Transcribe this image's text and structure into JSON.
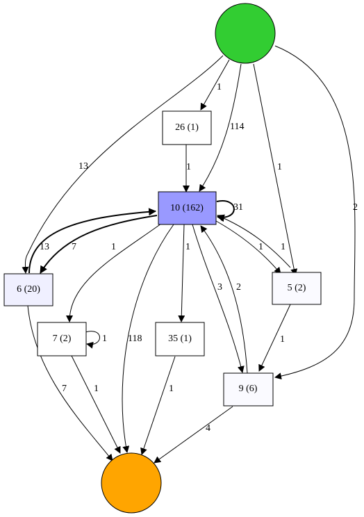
{
  "colors": {
    "start": "#32cd32",
    "end": "#ffa500",
    "highlight": "#9999ff",
    "light": "#f0f0ff",
    "faint": "#fafaff",
    "plain": "#ffffff",
    "stroke": "#000000"
  },
  "nodes": {
    "start": {
      "label": ""
    },
    "end": {
      "label": ""
    },
    "n26": {
      "label": "26 (1)"
    },
    "n10": {
      "label": "10 (162)"
    },
    "n6": {
      "label": "6 (20)"
    },
    "n5": {
      "label": "5 (2)"
    },
    "n7": {
      "label": "7 (2)"
    },
    "n35": {
      "label": "35 (1)"
    },
    "n9": {
      "label": "9 (6)"
    }
  },
  "edges": {
    "start_26": "1",
    "start_10": "114",
    "start_6": "13",
    "start_5": "1",
    "start_9": "2",
    "e26_10": "1",
    "loop_10": "31",
    "e10_6": "7",
    "e6_10": "13",
    "e10_7": "1",
    "e10_35": "1",
    "e10_end": "118",
    "e10_9": "3",
    "e9_10": "2",
    "e10_5": "1",
    "e5_10": "1",
    "loop_7": "1",
    "e5_9": "1",
    "e6_end": "7",
    "e7_end": "1",
    "e35_end": "1",
    "e9_end": "4"
  }
}
